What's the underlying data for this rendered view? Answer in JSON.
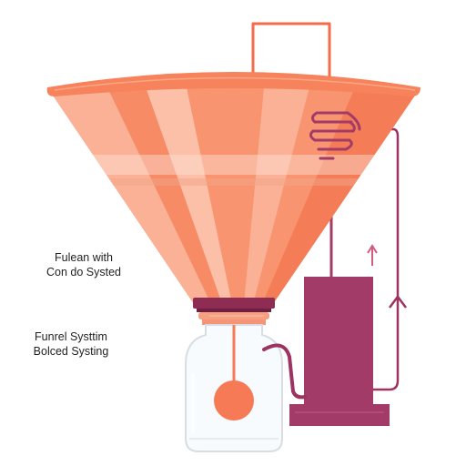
{
  "labels": {
    "top": {
      "line1": "Fulean with",
      "line2": "Con do Systed"
    },
    "bottom": {
      "line1": "Funrel Systtim",
      "line2": "Bolced Systing"
    }
  },
  "colors": {
    "funnel_light": "#fbb195",
    "funnel_mid": "#f8946f",
    "funnel_dark": "#f47d58",
    "rim": "#f6835c",
    "handle": "#f26d48",
    "collar": "#8e2c54",
    "spout": "#f6a07f",
    "jar_outline": "#d7dde2",
    "bob": "#f57a55",
    "machine": "#a23b67",
    "wire": "#9c3360"
  },
  "icons": [
    "coil-icon",
    "arrow-up-icon",
    "flow-arrow-icon"
  ]
}
